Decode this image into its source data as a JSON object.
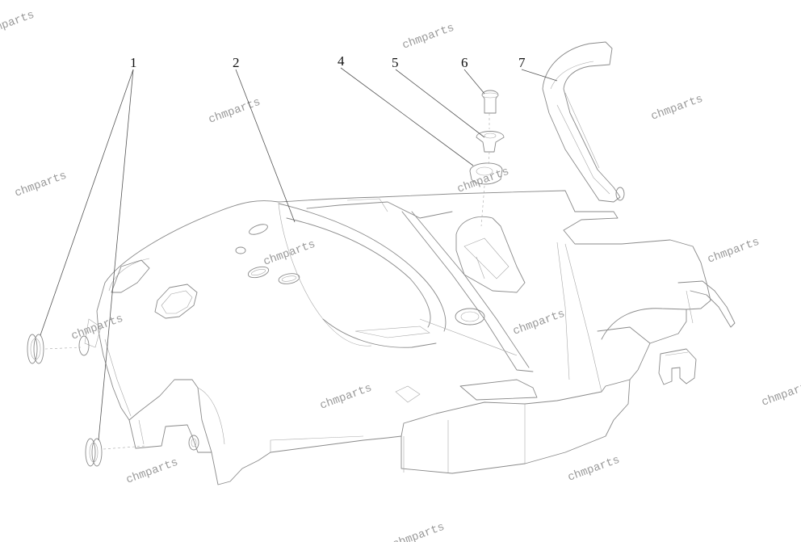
{
  "callouts": [
    {
      "label": "1"
    },
    {
      "label": "2"
    },
    {
      "label": "4"
    },
    {
      "label": "5"
    },
    {
      "label": "6"
    },
    {
      "label": "7"
    }
  ],
  "watermark": {
    "text": "chmparts"
  },
  "colors": {
    "line": "#8a8a8a",
    "leader": "#555555",
    "label": "#111111",
    "watermark": "#9a9a9a",
    "background": "#ffffff"
  }
}
